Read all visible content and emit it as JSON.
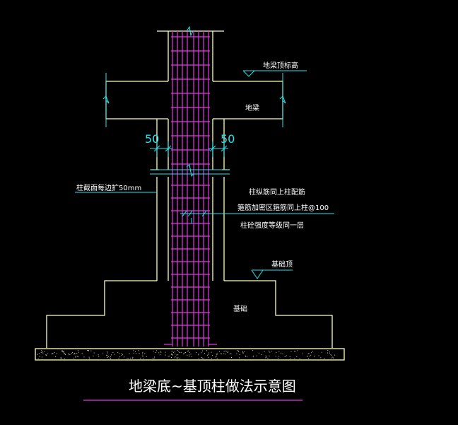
{
  "title": "地梁底~基顶柱做法示意图",
  "labels": {
    "beam_top_elevation": "地梁顶标高",
    "ground_beam": "地梁",
    "dim_left": "50",
    "dim_right": "50",
    "column_section_note": "柱截面每边扩50mm",
    "rebar_note_1": "柱纵筋同上柱配筋",
    "rebar_note_2": "箍筋加密区箍筋同上柱@100",
    "concrete_note": "柱砼强度等级同一层",
    "foundation_top": "基础顶",
    "foundation": "基础"
  },
  "colors": {
    "outline": "#ffffbe",
    "rebar": "#e23ae2",
    "dimension": "#22e6ee",
    "text": "#ffffff",
    "background": "#000000"
  }
}
